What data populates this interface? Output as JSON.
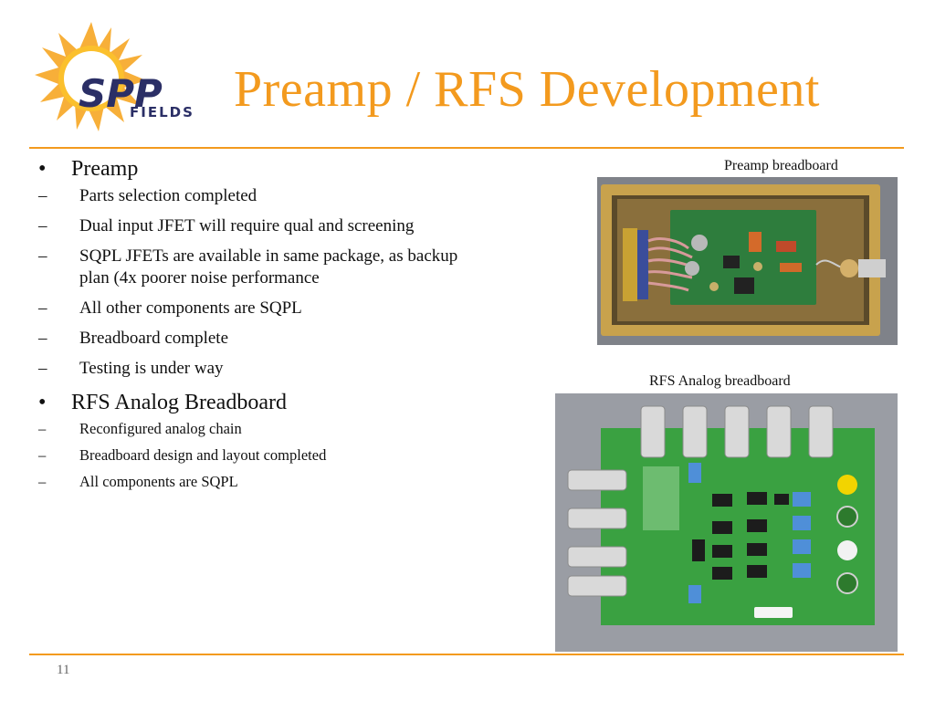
{
  "logo": {
    "text_top": "SPP",
    "text_bottom": "FIELDS"
  },
  "slide": {
    "title": "Preamp / RFS Development",
    "page_number": "11"
  },
  "bullets": [
    {
      "label": "Preamp",
      "items": [
        "Parts selection completed",
        "Dual input JFET will require qual and screening",
        "SQPL JFETs are available in same package, as backup plan (4x poorer noise performance",
        "All other components are SQPL",
        "Breadboard complete",
        "Testing is under way"
      ]
    },
    {
      "label": "RFS Analog Breadboard",
      "items": [
        "Reconfigured analog chain",
        "Breadboard design and layout completed",
        "All components are SQPL"
      ]
    }
  ],
  "figures": {
    "preamp_caption": "Preamp breadboard",
    "rfs_caption": "RFS Analog breadboard"
  },
  "colors": {
    "accent": "#f39a1e",
    "pcb_green": "#2f9a3a"
  }
}
